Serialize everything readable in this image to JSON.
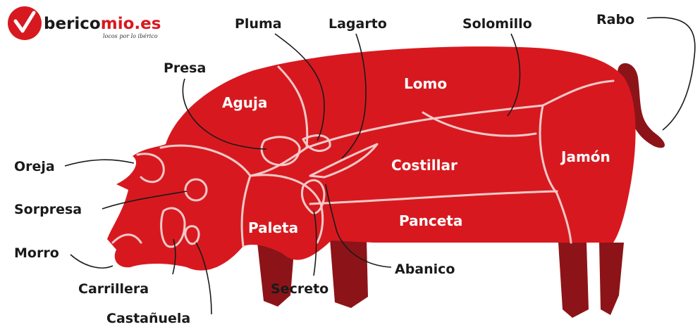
{
  "logo": {
    "brand_part1": "berico",
    "brand_part2": "mio.es",
    "tagline": "locos por lo ibérico",
    "brand_color": "#d7191f",
    "text_color": "#1a1a1a"
  },
  "colors": {
    "meat": "#d7191f",
    "dark_meat": "#8c1418",
    "cut_lines": "#f3c9c9",
    "background": "#ffffff"
  },
  "external_labels": {
    "pluma": "Pluma",
    "lagarto": "Lagarto",
    "solomillo": "Solomillo",
    "rabo": "Rabo",
    "presa": "Presa",
    "oreja": "Oreja",
    "sorpresa": "Sorpresa",
    "morro": "Morro",
    "carrillera": "Carrillera",
    "castanuela": "Castañuela",
    "secreto": "Secreto",
    "abanico": "Abanico"
  },
  "internal_labels": {
    "aguja": "Aguja",
    "lomo": "Lomo",
    "costillar": "Costillar",
    "jamon": "Jamón",
    "paleta": "Paleta",
    "panceta": "Panceta"
  }
}
